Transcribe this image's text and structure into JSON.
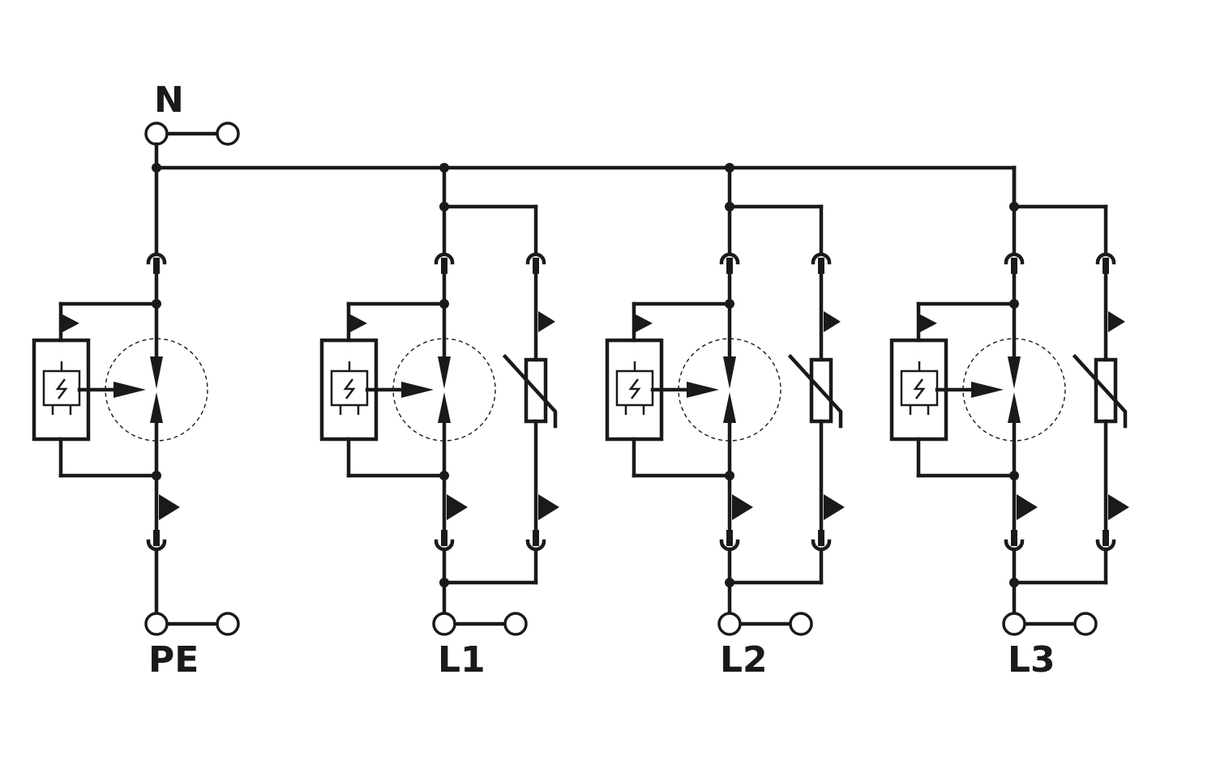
{
  "labels": {
    "neutral": "N",
    "protective_earth": "PE",
    "line1": "L1",
    "line2": "L2",
    "line3": "L3"
  },
  "colors": {
    "ink": "#1a1a1a",
    "background": "#ffffff"
  },
  "components": {
    "pe_module": [
      "spark-gap",
      "trigger-unit"
    ],
    "line_module": [
      "spark-gap",
      "trigger-unit",
      "varistor"
    ]
  }
}
